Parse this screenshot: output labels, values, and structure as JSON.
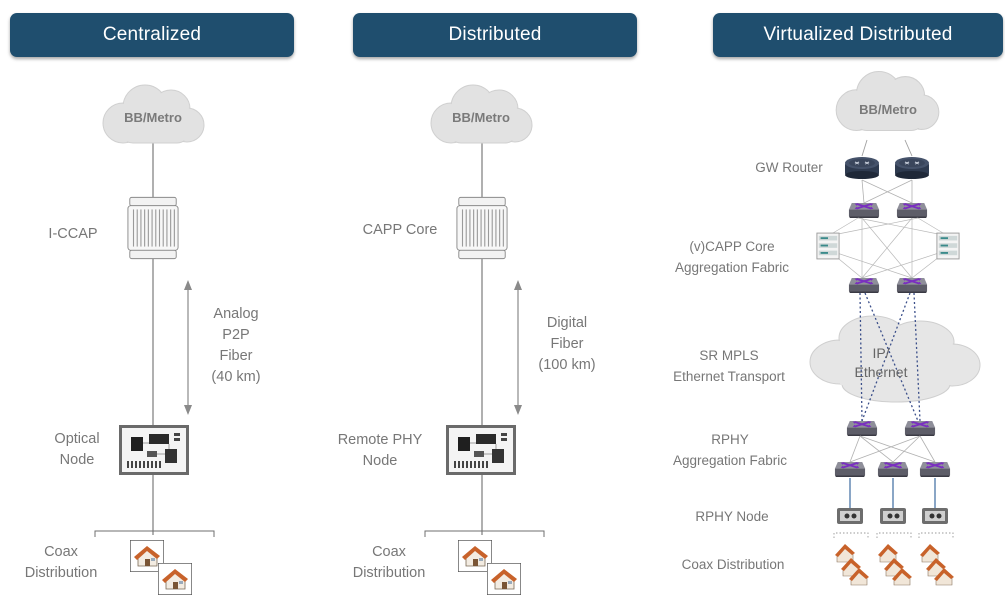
{
  "columns": [
    {
      "title": "Centralized",
      "cloud": "BB/Metro",
      "head_label": "I-CCAP",
      "link_label": [
        "Analog",
        "P2P",
        "Fiber",
        "(40 km)"
      ],
      "node_label": [
        "Optical",
        "Node"
      ],
      "coax_label": [
        "Coax",
        "Distribution"
      ]
    },
    {
      "title": "Distributed",
      "cloud": "BB/Metro",
      "head_label": "CAPP Core",
      "link_label": [
        "Digital",
        "Fiber",
        "(100 km)"
      ],
      "node_label": [
        "Remote PHY",
        "Node"
      ],
      "coax_label": [
        "Coax",
        "Distribution"
      ]
    },
    {
      "title": "Virtualized Distributed",
      "cloud": "BB/Metro",
      "gw_label": "GW Router",
      "core_label": [
        "(v)CAPP Core",
        "Aggregation Fabric"
      ],
      "transport_label": [
        "SR MPLS",
        "Ethernet Transport"
      ],
      "transport_cloud": [
        "IP/",
        "Ethernet"
      ],
      "rphy_fabric_label": [
        "RPHY",
        "Aggregation Fabric"
      ],
      "rphy_node_label": "RPHY Node",
      "coax_label": "Coax Distribution"
    }
  ],
  "colors": {
    "header_bg": "#1f4e6e",
    "header_text": "#ffffff",
    "label_text": "#777777",
    "cloud_fill": "#e4e4e4",
    "switch_purple": "#6b2fa0",
    "router_dark": "#2a3548",
    "house_orange": "#c8622a"
  },
  "icons": [
    "cloud-icon",
    "ccap-chassis-icon",
    "node-board-icon",
    "house-icon",
    "router-icon",
    "switch-icon",
    "server-icon",
    "rphy-node-icon",
    "double-arrow-icon"
  ]
}
